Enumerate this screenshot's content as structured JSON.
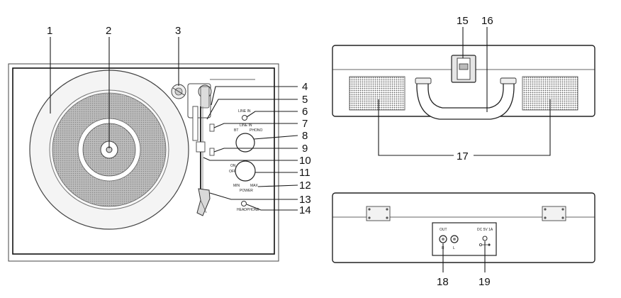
{
  "callouts": {
    "c1": "1",
    "c2": "2",
    "c3": "3",
    "c4": "4",
    "c5": "5",
    "c6": "6",
    "c7": "7",
    "c8": "8",
    "c9": "9",
    "c10": "10",
    "c11": "11",
    "c12": "12",
    "c13": "13",
    "c14": "14",
    "c15": "15",
    "c16": "16",
    "c17": "17",
    "c18": "18",
    "c19": "19"
  },
  "panel_labels": {
    "line_in": "LINE IN",
    "line_in_switch": "LINE IN",
    "bt": "BT",
    "phono": "PHONO",
    "on_off_on": "ON",
    "on_off_off": "OFF",
    "min": "MIN",
    "max": "MAX",
    "power": "POWER",
    "headphone": "HEADPHONE"
  },
  "back_labels": {
    "out": "OUT",
    "r": "R",
    "l": "L",
    "dc": "DC 5V 1A"
  },
  "colors": {
    "line": "#1a1a1a",
    "grill": "#6f6f6f",
    "platter_ring": "#d2d2d2",
    "label_ring": "#a8a8a8"
  }
}
